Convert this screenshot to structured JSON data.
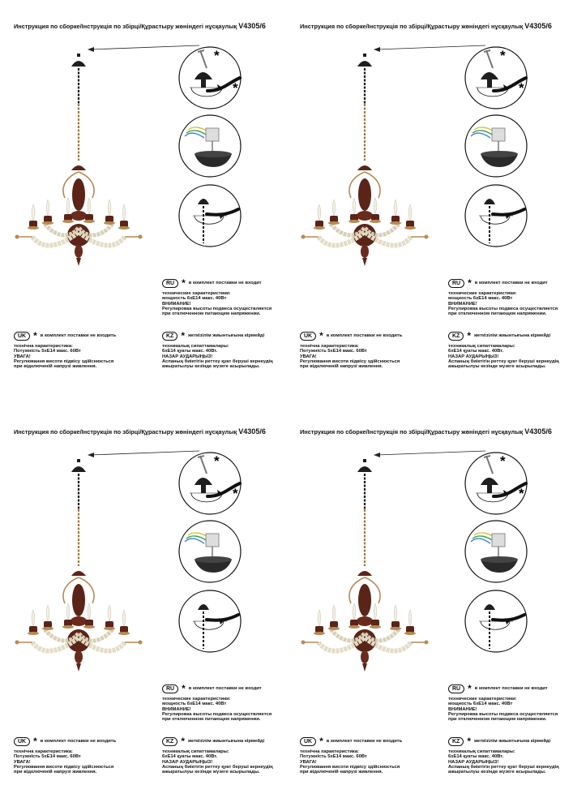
{
  "title": "Инструкция по сборке/Інструкція по збірці/Құрастыру жөніндегі нұсқаулық",
  "model": "V4305/6",
  "star_mark": "*",
  "ru": {
    "badge": "RU",
    "not_included": "в комплект поставки не входит",
    "lines": [
      "технические характеристики:",
      "мощность 6хЕ14 макс. 40Вт",
      "ВНИМАНИЕ!",
      "Регулировка высоты подвеса осуществляется",
      "при отключенном питающем напряжении."
    ]
  },
  "uk": {
    "badge": "UK",
    "not_included": "в комплект поставки не входить",
    "lines": [
      "технічна характеристика:",
      "Потужність 5хЕ14 макс. 60Вт",
      "УВАГА!",
      "Регулювання висоти підвісу здійснюється",
      "при відключеній напрузі живлення."
    ]
  },
  "kz": {
    "badge": "KZ",
    "not_included": "жеткізілім жиынтығына кірмейді",
    "lines": [
      "техникалық сипаттамалары:",
      "6хЕ14 қуаты макс. 40Вт.",
      "НАЗАР АУДАРЫҢЫЗ!",
      "Аспаның биіктігін реттеу қуат беруші кернеудің",
      "ажыратылуы кезінде жүзеге асырылады."
    ]
  },
  "colors": {
    "wood": "#5a2418",
    "rope": "#e3dcc6",
    "brass": "#b88a54",
    "wire": "#3a7ad8"
  }
}
